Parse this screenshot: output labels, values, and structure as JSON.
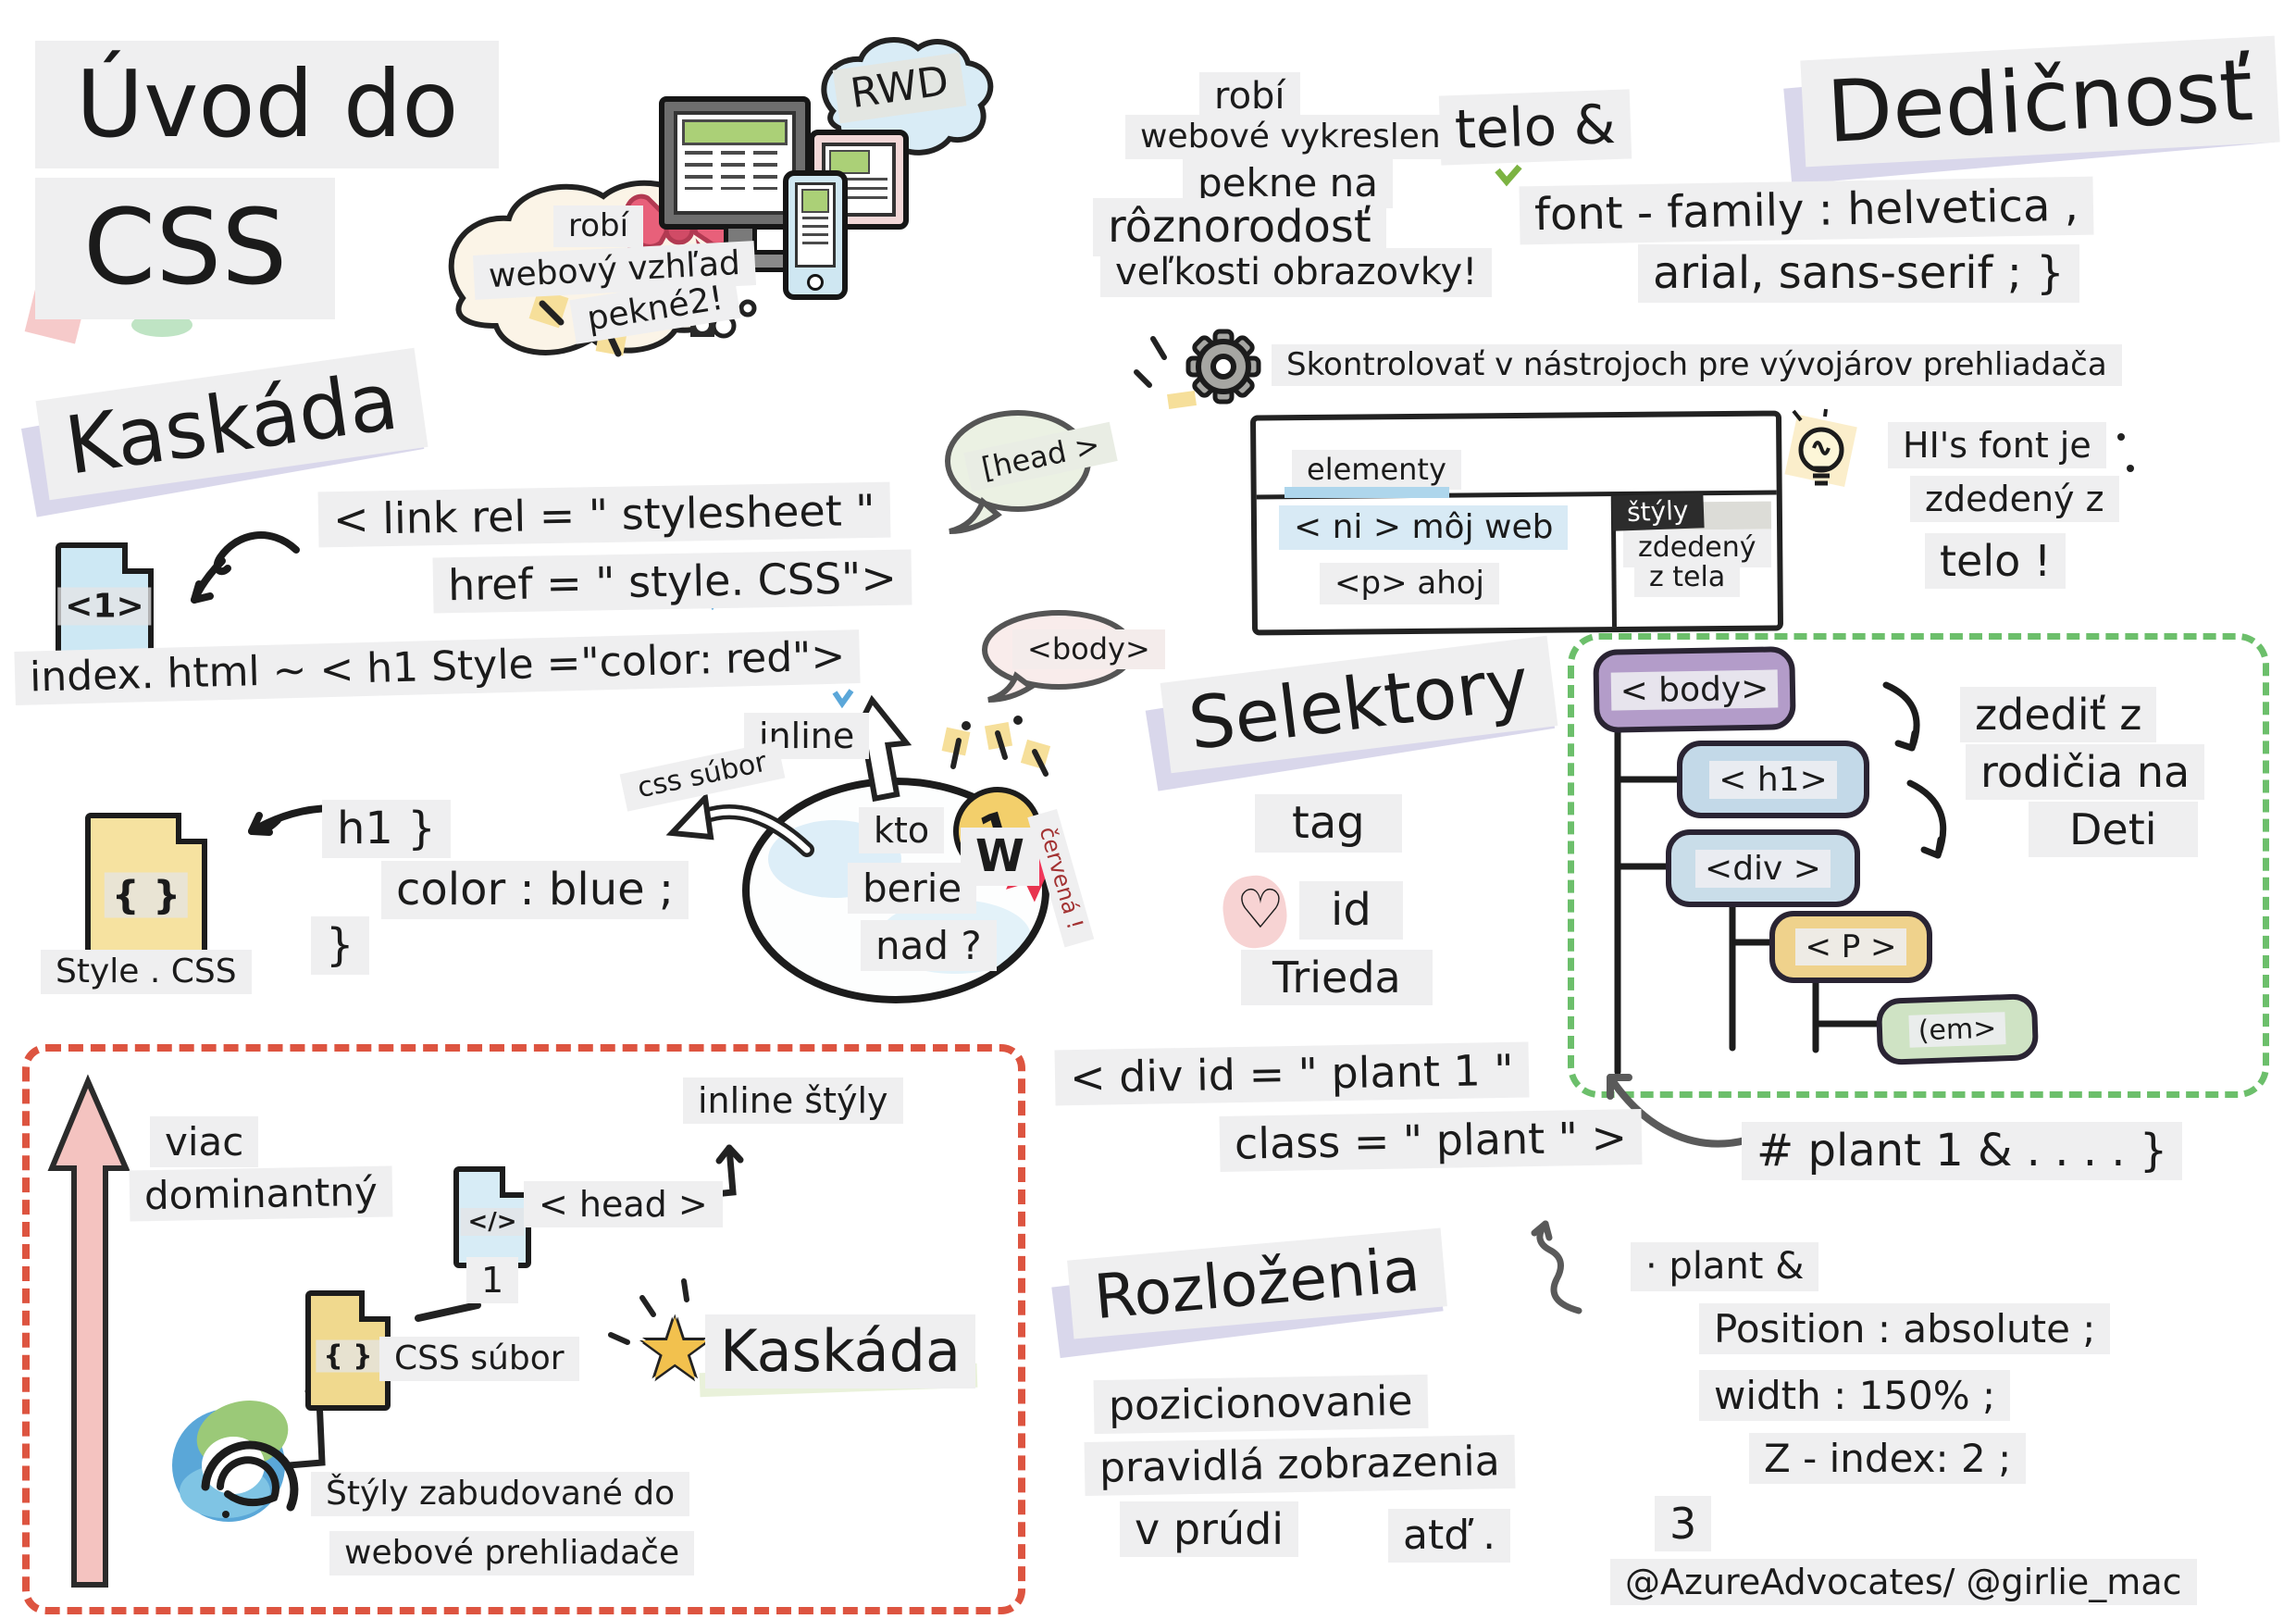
{
  "title": {
    "line1": "Úvod do",
    "line2": "CSS"
  },
  "cloud": {
    "l1": "robí",
    "l2": "webový vzhľad",
    "l3": "pekné2!"
  },
  "rwd": {
    "badge": "RWD",
    "l1": "robí",
    "l2": "webové vykreslenie",
    "l3": "pekne na",
    "l4": "rôznorodosť",
    "l5": "veľkosti obrazovky!"
  },
  "inheritance": {
    "telo": "telo &",
    "heading": "Dedičnosť",
    "code1": "font - family : helvetica ,",
    "code2": "arial, sans-serif ; }",
    "tip": "Skontrolovať v nástrojoch pre vývojárov prehliadača",
    "bulb1": "HI's font je",
    "bulb2": "zdedený z",
    "bulb3": "telo !"
  },
  "devtools": {
    "tab": "elementy",
    "row1": "< ni > môj web",
    "row2": "<p> ahoj",
    "styles_tab": "štýly",
    "styles1": "zdedený",
    "styles2": "z tela"
  },
  "cascade": {
    "heading": "Kaskáda",
    "file_badge": "<1>",
    "link1": "< link rel = \" stylesheet \"",
    "link2": "href = \" style. CSS\">",
    "index_line": "index. html ~ < h1 Style =\"color: red\">",
    "head_bubble": "[head >",
    "body_bubble": "<body>",
    "inline": "inline",
    "css_file": "css súbor",
    "q1": "kto",
    "q2": "berie",
    "q3": "nad ?",
    "medal": "1",
    "winner": "W",
    "red_note": "červená !",
    "rule1": "h1 }",
    "rule2": "color : blue ;",
    "rule3": "}",
    "file_name": "Style . CSS",
    "braces": "{ }"
  },
  "selectors": {
    "heading": "Selektory",
    "t1": "tag",
    "t2": "id",
    "t3": "Trieda",
    "code1": "< div id = \" plant 1 \"",
    "code2": "class = \" plant \" >",
    "code3": "# plant 1 & . . . . }"
  },
  "tree": {
    "body": "< body>",
    "h1": "< h1>",
    "div": "<div >",
    "p": "< P >",
    "em": "(em>",
    "n1": "zdediť z",
    "n2": "rodičia na",
    "n3": "Deti"
  },
  "priority": {
    "a1": "viac",
    "a2": "dominantný",
    "inline_styles": "inline štýly",
    "head": "< head >",
    "one": "1",
    "css_file": "CSS súbor",
    "braces": "{ }",
    "code": "</>",
    "cascade": "Kaskáda",
    "b1": "Štýly zabudované do",
    "b2": "webové prehliadače"
  },
  "layout": {
    "heading": "Rozloženia",
    "l1": "pozicionovanie",
    "l2": "pravidlá zobrazenia",
    "l3": "v prúdi",
    "l4": "atď .",
    "c1": "· plant &",
    "c2": "Position : absolute ;",
    "c3": "width : 150% ;",
    "c4": "Z - index: 2 ;",
    "c5": "3"
  },
  "footer": {
    "credit": "@AzureAdvocates/ @girlie_mac"
  },
  "icons": {
    "heart": "♡",
    "star": "★"
  },
  "colors": {
    "chip": "#efeff0",
    "red_dash": "#dd5440",
    "green_dash": "#6cbf6b",
    "accent_pink": "#e35d73",
    "medal_gold": "#f3cf6b",
    "node_purple": "#b39cc9",
    "node_blue": "#c3d9e8",
    "node_yellow": "#efd28c",
    "node_green": "#cfe3c4",
    "headline_shadow": "#d9d7eb"
  }
}
